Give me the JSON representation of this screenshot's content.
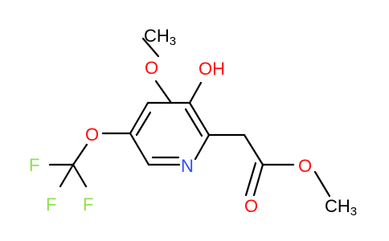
{
  "molecule": {
    "atoms": {
      "oh_label": "OH",
      "ch3_top": {
        "main": "CH",
        "sub": "3"
      },
      "o_methoxy": "O",
      "o_ocf3": "O",
      "f_top": "F",
      "f_left": "F",
      "f_right": "F",
      "n_ring": "N",
      "o_carbonyl": "O",
      "o_ester": "O",
      "ch3_ester": {
        "main": "CH",
        "sub": "3"
      }
    },
    "colors": {
      "oxygen": "#ff0d0d",
      "nitrogen": "#3050f8",
      "fluorine": "#90e050",
      "carbon_bond": "#000000"
    }
  }
}
